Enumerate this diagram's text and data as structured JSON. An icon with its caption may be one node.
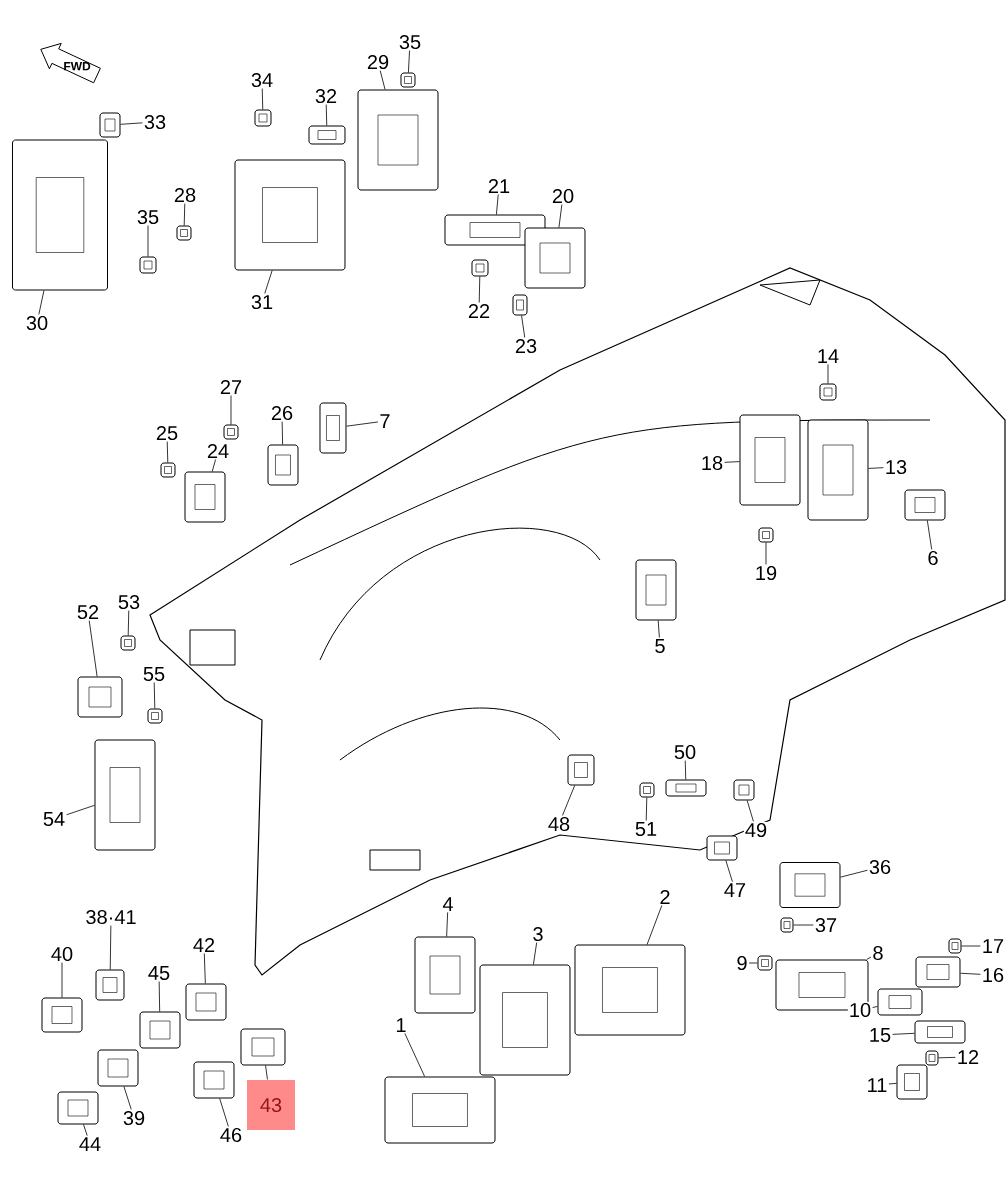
{
  "diagram": {
    "nodes": [
      {
        "text": [
          "35"
        ]
      },
      {
        "text": [],
        "shape": "picture"
      },
      {
        "text": [
          "29"
        ]
      },
      {
        "text": [],
        "shape": "picture"
      },
      {
        "text": [
          "34"
        ]
      },
      {
        "text": [],
        "shape": "picture"
      },
      {
        "text": [
          "32"
        ]
      },
      {
        "text": [],
        "shape": "picture"
      },
      {
        "text": [
          "33"
        ]
      },
      {
        "text": [],
        "shape": "picture"
      },
      {
        "text": [
          "28"
        ]
      },
      {
        "text": [],
        "shape": "picture"
      },
      {
        "text": [
          "35"
        ]
      },
      {
        "text": [],
        "shape": "picture"
      },
      {
        "text": [
          "31"
        ]
      },
      {
        "text": [],
        "shape": "picture"
      },
      {
        "text": [
          "30"
        ]
      },
      {
        "text": [],
        "shape": "picture"
      },
      {
        "text": [
          "21"
        ]
      },
      {
        "text": [],
        "shape": "picture"
      },
      {
        "text": [
          "20"
        ]
      },
      {
        "text": [],
        "shape": "picture"
      },
      {
        "text": [
          "22"
        ]
      },
      {
        "text": [],
        "shape": "picture"
      },
      {
        "text": [
          "23"
        ]
      },
      {
        "text": [],
        "shape": "picture"
      },
      {
        "text": [
          "7"
        ]
      },
      {
        "text": [],
        "shape": "picture"
      },
      {
        "text": [
          "27"
        ]
      },
      {
        "text": [],
        "shape": "picture"
      },
      {
        "text": [
          "26"
        ]
      },
      {
        "text": [],
        "shape": "picture"
      },
      {
        "text": [
          "25"
        ]
      },
      {
        "text": [],
        "shape": "picture"
      },
      {
        "text": [
          "24"
        ]
      },
      {
        "text": [],
        "shape": "picture"
      },
      {
        "text": [
          "14"
        ]
      },
      {
        "text": [],
        "shape": "picture"
      },
      {
        "text": [
          "18"
        ]
      },
      {
        "text": [],
        "shape": "picture"
      },
      {
        "text": [
          "13"
        ]
      },
      {
        "text": [],
        "shape": "picture"
      },
      {
        "text": [
          "6"
        ]
      },
      {
        "text": [],
        "shape": "picture"
      },
      {
        "text": [
          "19"
        ]
      },
      {
        "text": [],
        "shape": "picture"
      },
      {
        "text": [
          "5"
        ]
      },
      {
        "text": [],
        "shape": "picture"
      },
      {
        "text": [
          "52"
        ]
      },
      {
        "text": [],
        "shape": "picture"
      },
      {
        "text": [
          "53"
        ]
      },
      {
        "text": [],
        "shape": "picture"
      },
      {
        "text": [
          "55"
        ]
      },
      {
        "text": [],
        "shape": "picture"
      },
      {
        "text": [
          "54"
        ]
      },
      {
        "text": [],
        "shape": "picture"
      },
      {
        "text": [
          "50"
        ]
      },
      {
        "text": [],
        "shape": "picture"
      },
      {
        "text": [
          "48"
        ]
      },
      {
        "text": [],
        "shape": "picture"
      },
      {
        "text": [
          "51"
        ]
      },
      {
        "text": [],
        "shape": "picture"
      },
      {
        "text": [
          "49"
        ]
      },
      {
        "text": [],
        "shape": "picture"
      },
      {
        "text": [
          "47"
        ]
      },
      {
        "text": [],
        "shape": "picture"
      },
      {
        "text": [
          "2"
        ]
      },
      {
        "text": [],
        "shape": "picture"
      },
      {
        "text": [
          "36"
        ]
      },
      {
        "text": [],
        "shape": "picture"
      },
      {
        "text": [
          "37"
        ]
      },
      {
        "text": [],
        "shape": "picture"
      },
      {
        "text": [
          "4"
        ]
      },
      {
        "text": [],
        "shape": "picture"
      },
      {
        "text": [
          "3"
        ]
      },
      {
        "text": [],
        "shape": "picture"
      },
      {
        "text": [
          "8"
        ]
      },
      {
        "text": [],
        "shape": "picture"
      },
      {
        "text": [
          "9"
        ]
      },
      {
        "text": [],
        "shape": "picture"
      },
      {
        "text": [
          "17"
        ]
      },
      {
        "text": [],
        "shape": "picture"
      },
      {
        "text": [
          "16"
        ]
      },
      {
        "text": [],
        "shape": "picture"
      },
      {
        "text": [
          "10"
        ]
      },
      {
        "text": [],
        "shape": "picture"
      },
      {
        "text": [
          "15"
        ]
      },
      {
        "text": [],
        "shape": "picture"
      },
      {
        "text": [
          "12"
        ]
      },
      {
        "text": [],
        "shape": "picture"
      },
      {
        "text": [
          "1"
        ]
      },
      {
        "text": [],
        "shape": "picture"
      },
      {
        "text": [
          "11"
        ]
      },
      {
        "text": [],
        "shape": "picture"
      },
      {
        "text": [
          "38·41"
        ]
      },
      {
        "text": [],
        "shape": "picture"
      },
      {
        "text": [
          "40"
        ]
      },
      {
        "text": [],
        "shape": "picture"
      },
      {
        "text": [
          "42"
        ]
      },
      {
        "text": [],
        "shape": "picture"
      },
      {
        "text": [
          "45"
        ]
      },
      {
        "text": [],
        "shape": "picture"
      },
      {
        "text": [
          "43"
        ]
      },
      {
        "text": [],
        "shape": "picture"
      },
      {
        "text": [
          "39"
        ]
      },
      {
        "text": [],
        "shape": "picture"
      },
      {
        "text": [
          "46"
        ]
      },
      {
        "text": [],
        "shape": "picture"
      },
      {
        "text": [
          "44"
        ]
      },
      {
        "text": [],
        "shape": "picture"
      }
    ],
    "edges": [
      {
        "from": 0,
        "to": 1,
        "arrow": "none"
      },
      {
        "from": 2,
        "to": 3,
        "arrow": "none"
      },
      {
        "from": 4,
        "to": 5,
        "arrow": "none"
      },
      {
        "from": 6,
        "to": 7,
        "arrow": "none"
      },
      {
        "from": 8,
        "to": 9,
        "arrow": "none"
      },
      {
        "from": 10,
        "to": 11,
        "arrow": "none"
      },
      {
        "from": 12,
        "to": 13,
        "arrow": "none"
      },
      {
        "from": 14,
        "to": 15,
        "arrow": "none"
      },
      {
        "from": 16,
        "to": 17,
        "arrow": "none"
      },
      {
        "from": 18,
        "to": 19,
        "arrow": "none"
      },
      {
        "from": 20,
        "to": 21,
        "arrow": "none"
      },
      {
        "from": 22,
        "to": 23,
        "arrow": "none"
      },
      {
        "from": 24,
        "to": 25,
        "arrow": "none"
      },
      {
        "from": 26,
        "to": 27,
        "arrow": "none"
      },
      {
        "from": 28,
        "to": 29,
        "arrow": "none"
      },
      {
        "from": 30,
        "to": 31,
        "arrow": "none"
      },
      {
        "from": 32,
        "to": 33,
        "arrow": "none"
      },
      {
        "from": 34,
        "to": 35,
        "arrow": "none"
      },
      {
        "from": 36,
        "to": 37,
        "arrow": "none"
      },
      {
        "from": 38,
        "to": 39,
        "arrow": "none"
      },
      {
        "from": 40,
        "to": 41,
        "arrow": "none"
      },
      {
        "from": 42,
        "to": 43,
        "arrow": "none"
      },
      {
        "from": 44,
        "to": 45,
        "arrow": "none"
      },
      {
        "from": 46,
        "to": 47,
        "arrow": "none"
      },
      {
        "from": 48,
        "to": 49,
        "arrow": "none"
      },
      {
        "from": 50,
        "to": 51,
        "arrow": "none"
      },
      {
        "from": 52,
        "to": 53,
        "arrow": "none"
      },
      {
        "from": 54,
        "to": 55,
        "arrow": "none"
      },
      {
        "from": 56,
        "to": 57,
        "arrow": "none"
      },
      {
        "from": 58,
        "to": 59,
        "arrow": "none"
      },
      {
        "from": 60,
        "to": 61,
        "arrow": "none"
      },
      {
        "from": 62,
        "to": 63,
        "arrow": "none"
      },
      {
        "from": 64,
        "to": 65,
        "arrow": "none"
      },
      {
        "from": 66,
        "to": 67,
        "arrow": "none"
      },
      {
        "from": 68,
        "to": 69,
        "arrow": "none"
      },
      {
        "from": 70,
        "to": 71,
        "arrow": "none"
      },
      {
        "from": 72,
        "to": 73,
        "arrow": "none"
      },
      {
        "from": 74,
        "to": 75,
        "arrow": "none"
      },
      {
        "from": 76,
        "to": 77,
        "arrow": "none"
      },
      {
        "from": 78,
        "to": 79,
        "arrow": "none"
      },
      {
        "from": 80,
        "to": 81,
        "arrow": "none"
      },
      {
        "from": 82,
        "to": 83,
        "arrow": "none"
      },
      {
        "from": 84,
        "to": 85,
        "arrow": "none"
      },
      {
        "from": 86,
        "to": 87,
        "arrow": "none"
      },
      {
        "from": 88,
        "to": 89,
        "arrow": "none"
      },
      {
        "from": 90,
        "to": 91,
        "arrow": "none"
      },
      {
        "from": 92,
        "to": 93,
        "arrow": "none"
      },
      {
        "from": 94,
        "to": 95,
        "arrow": "none"
      },
      {
        "from": 96,
        "to": 97,
        "arrow": "none"
      },
      {
        "from": 98,
        "to": 99,
        "arrow": "none"
      },
      {
        "from": 100,
        "to": 101,
        "arrow": "none"
      },
      {
        "from": 102,
        "to": 103,
        "arrow": "none"
      },
      {
        "from": 104,
        "to": 105,
        "arrow": "none"
      },
      {
        "from": 106,
        "to": 107,
        "arrow": "none"
      },
      {
        "from": 108,
        "to": 109,
        "arrow": "none"
      }
    ],
    "labels": [
      "FWD"
    ]
  }
}
